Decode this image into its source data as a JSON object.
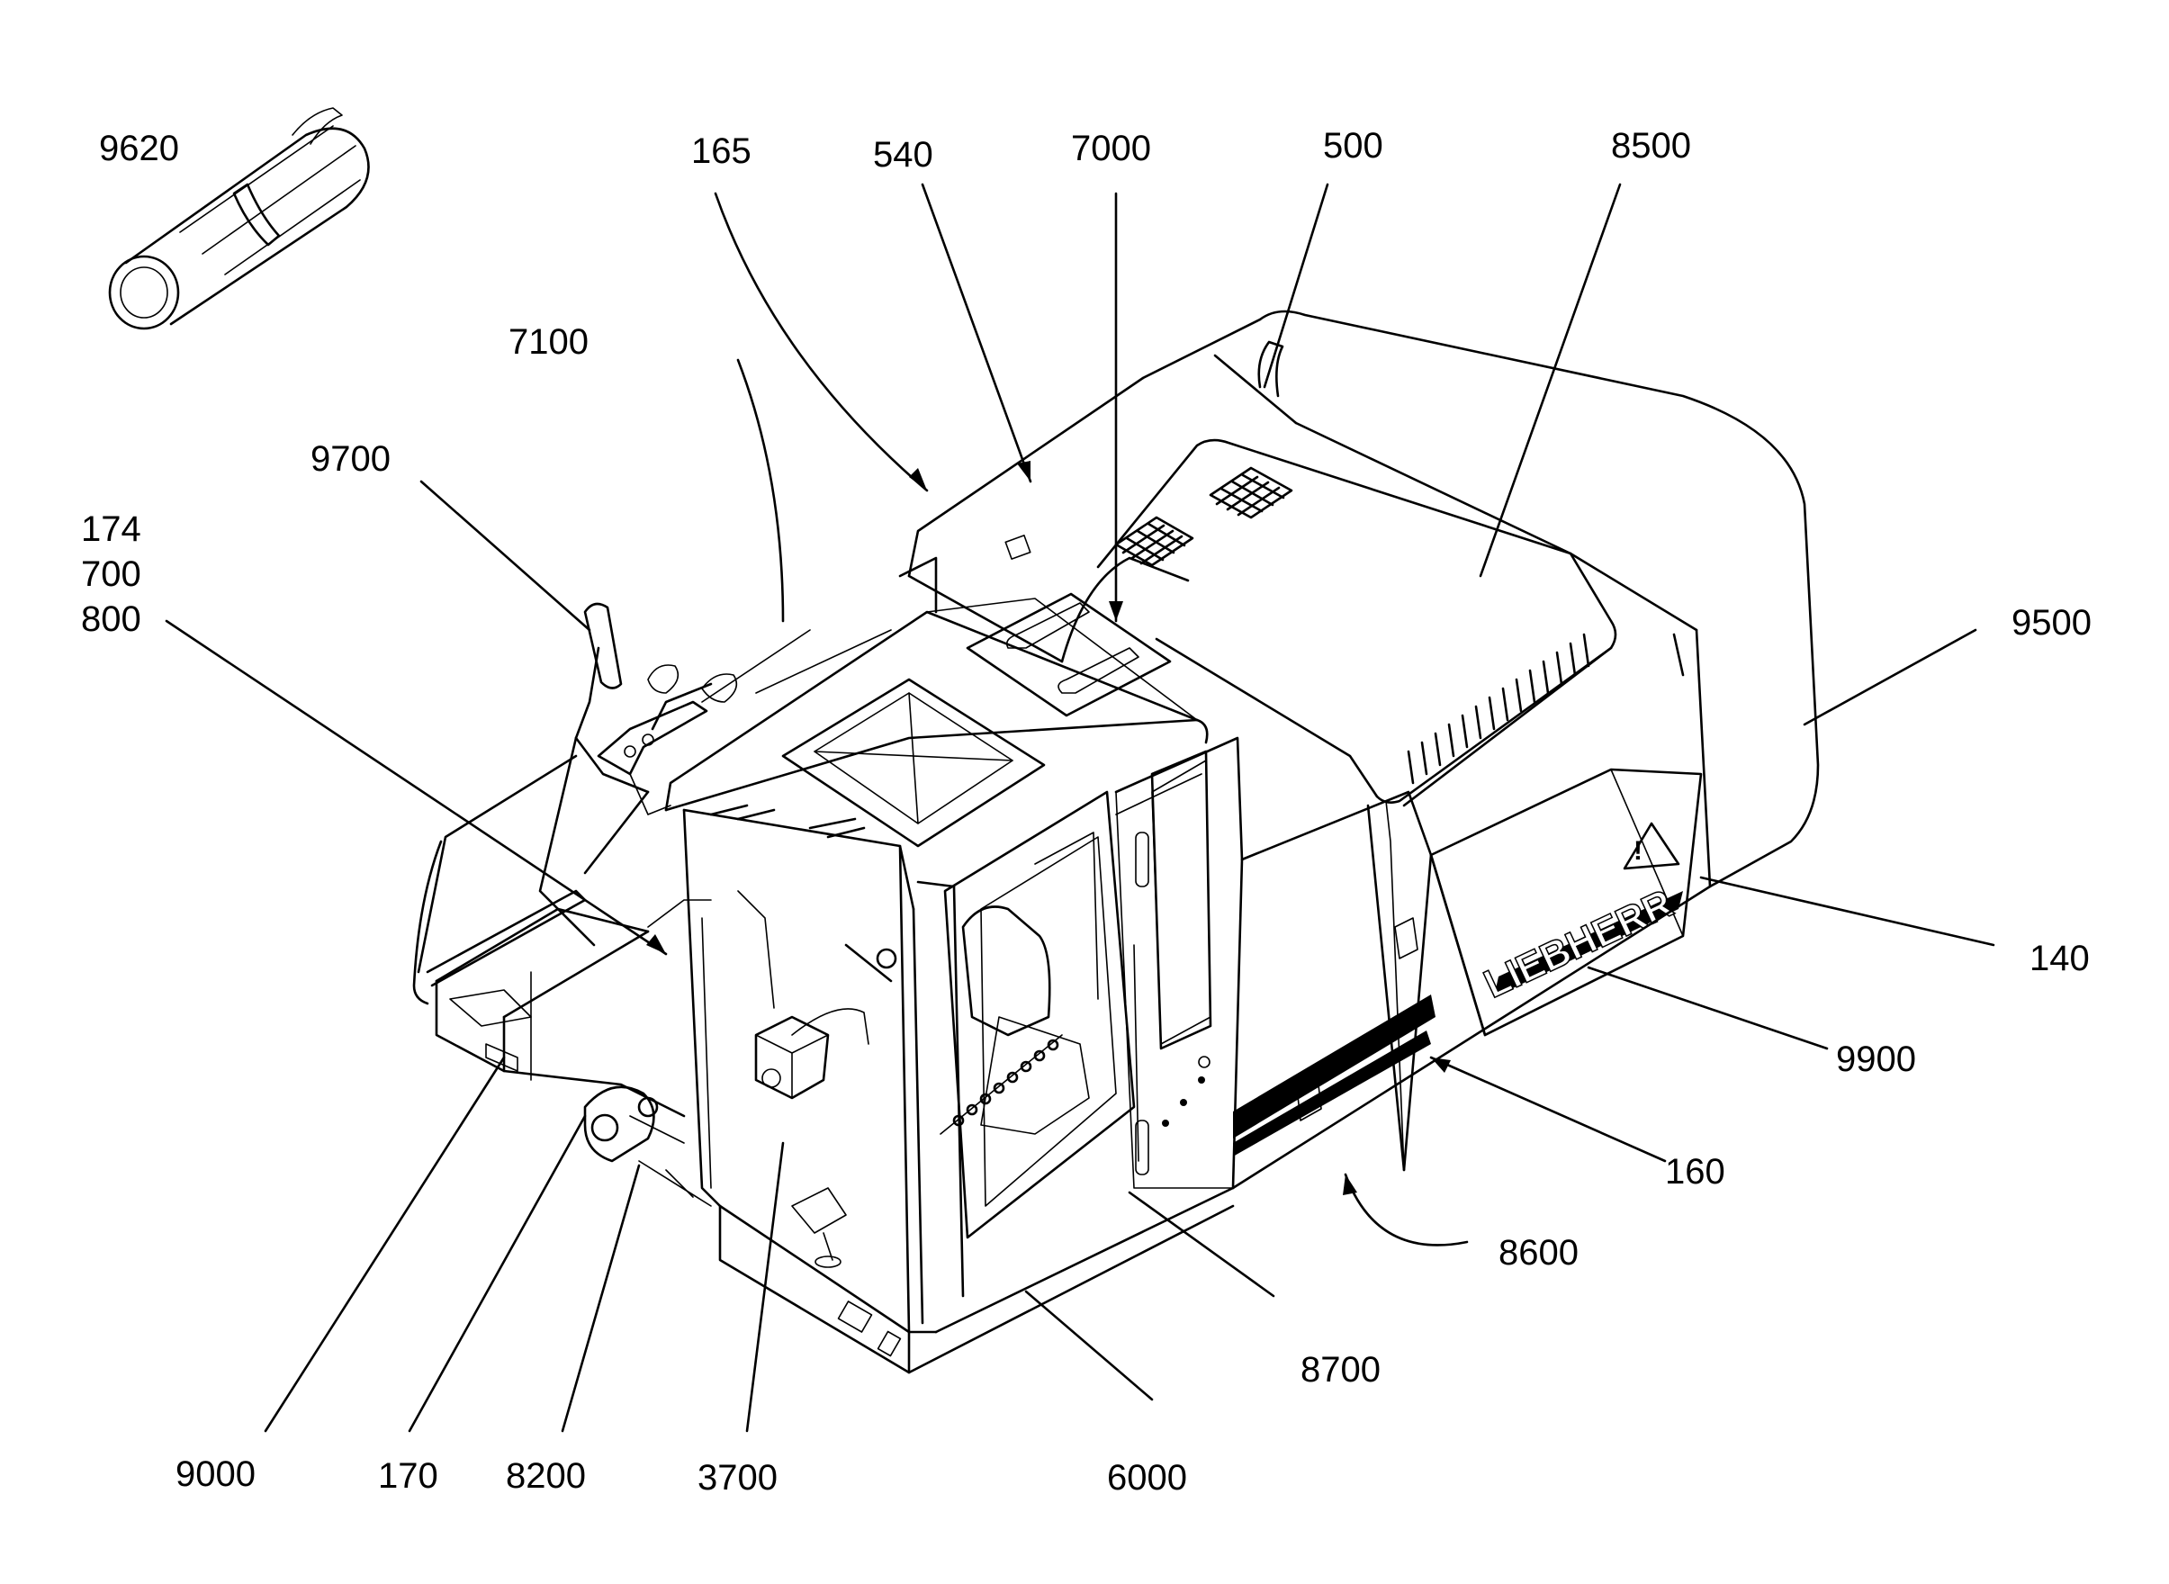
{
  "figure": {
    "brand_lettering": "LIEBHERR",
    "callouts": [
      {
        "id": "9620",
        "label": "9620"
      },
      {
        "id": "165",
        "label": "165"
      },
      {
        "id": "540",
        "label": "540"
      },
      {
        "id": "7000",
        "label": "7000"
      },
      {
        "id": "500",
        "label": "500"
      },
      {
        "id": "8500",
        "label": "8500"
      },
      {
        "id": "7100",
        "label": "7100"
      },
      {
        "id": "9700",
        "label": "9700"
      },
      {
        "id": "174",
        "label": "174"
      },
      {
        "id": "700",
        "label": "700"
      },
      {
        "id": "800",
        "label": "800"
      },
      {
        "id": "9500",
        "label": "9500"
      },
      {
        "id": "140",
        "label": "140"
      },
      {
        "id": "9900",
        "label": "9900"
      },
      {
        "id": "160",
        "label": "160"
      },
      {
        "id": "8600",
        "label": "8600"
      },
      {
        "id": "8700",
        "label": "8700"
      },
      {
        "id": "9000",
        "label": "9000"
      },
      {
        "id": "170",
        "label": "170"
      },
      {
        "id": "8200",
        "label": "8200"
      },
      {
        "id": "3700",
        "label": "3700"
      },
      {
        "id": "6000",
        "label": "6000"
      }
    ]
  }
}
